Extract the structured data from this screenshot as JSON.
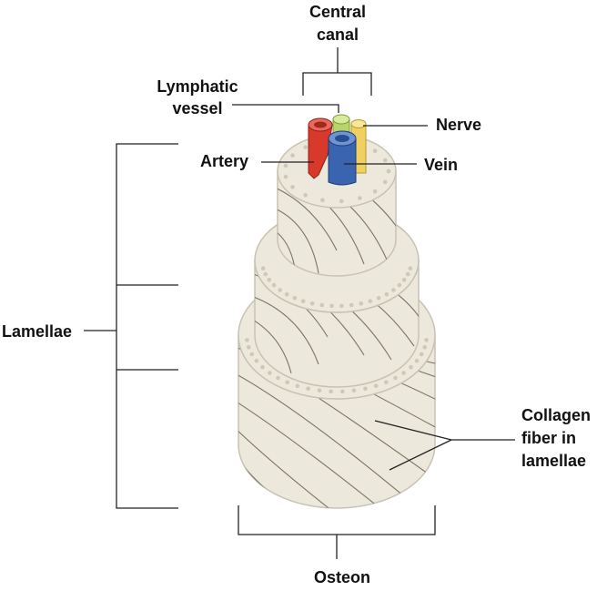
{
  "labels": {
    "central_canal_line1": "Central",
    "central_canal_line2": "canal",
    "lymphatic_line1": "Lymphatic",
    "lymphatic_line2": "vessel",
    "nerve": "Nerve",
    "artery": "Artery",
    "vein": "Vein",
    "lamellae": "Lamellae",
    "collagen_line1": "Collagen",
    "collagen_line2": "fiber in",
    "collagen_line3": "lamellae",
    "osteon": "Osteon"
  },
  "colors": {
    "bone_fill": "#ece8dc",
    "bone_stroke": "#c8c2b2",
    "fiber": "#7a7466",
    "pore": "#cfc8b6",
    "artery": "#d8392b",
    "vein": "#3b64b0",
    "nerve": "#f0d060",
    "lymphatic": "#b8d46a"
  }
}
